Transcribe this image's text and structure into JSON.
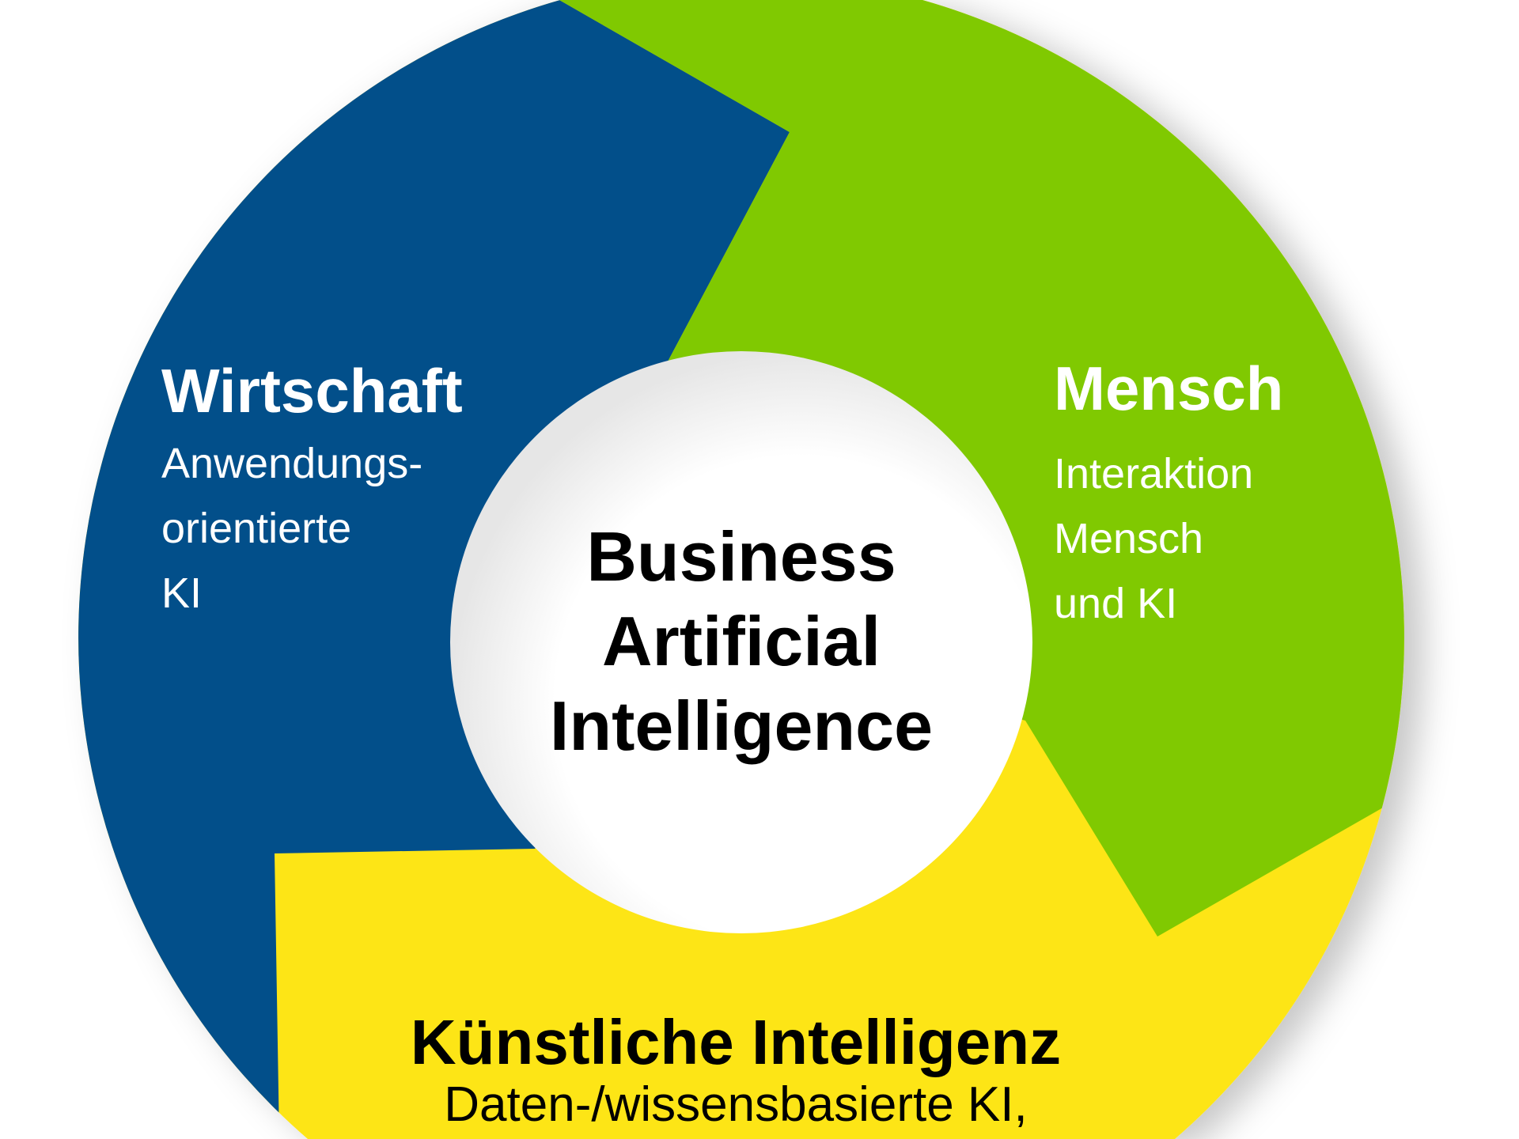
{
  "colors": {
    "wirtschaft": "#024f8a",
    "mensch": "#80c901",
    "ki": "#fde515",
    "center": "#ffffff"
  },
  "center": {
    "lines": [
      "Business",
      "Artificial",
      "Intelligence"
    ]
  },
  "wirtschaft": {
    "title": "Wirtschaft",
    "lines": [
      "Anwendungs-",
      "orientierte",
      "KI"
    ]
  },
  "mensch": {
    "title": "Mensch",
    "lines": [
      "Interaktion",
      "Mensch",
      "und KI"
    ]
  },
  "ki": {
    "title": "Künstliche Intelligenz",
    "lines": [
      "Daten-/wissensbasierte KI,"
    ]
  }
}
